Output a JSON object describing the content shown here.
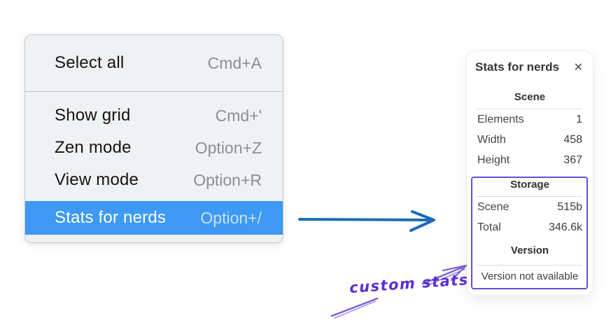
{
  "context_menu": {
    "sections": [
      {
        "items": [
          {
            "label": "Select all",
            "shortcut": "Cmd+A",
            "highlighted": false
          }
        ]
      },
      {
        "items": [
          {
            "label": "Show grid",
            "shortcut": "Cmd+'",
            "highlighted": false
          },
          {
            "label": "Zen mode",
            "shortcut": "Option+Z",
            "highlighted": false
          },
          {
            "label": "View mode",
            "shortcut": "Option+R",
            "highlighted": false
          },
          {
            "label": "Stats for nerds",
            "shortcut": "Option+/",
            "highlighted": true
          }
        ]
      }
    ]
  },
  "stats_panel": {
    "title": "Stats for nerds",
    "close_icon": "✕",
    "scene_section": {
      "title": "Scene",
      "rows": [
        {
          "label": "Elements",
          "value": "1"
        },
        {
          "label": "Width",
          "value": "458"
        },
        {
          "label": "Height",
          "value": "367"
        }
      ]
    },
    "storage_section": {
      "title": "Storage",
      "rows": [
        {
          "label": "Scene",
          "value": "515b"
        },
        {
          "label": "Total",
          "value": "346.6k"
        }
      ]
    },
    "version_section": {
      "title": "Version",
      "note": "Version not available"
    }
  },
  "annotation": {
    "label": "custom stats"
  },
  "colors": {
    "menu_background": "#eff1f3",
    "highlight_blue": "#3d99f4",
    "flow_arrow_blue": "#1d6bb8",
    "annotation_purple": "#5b2ed3",
    "box_purple": "#6a4dd6"
  }
}
